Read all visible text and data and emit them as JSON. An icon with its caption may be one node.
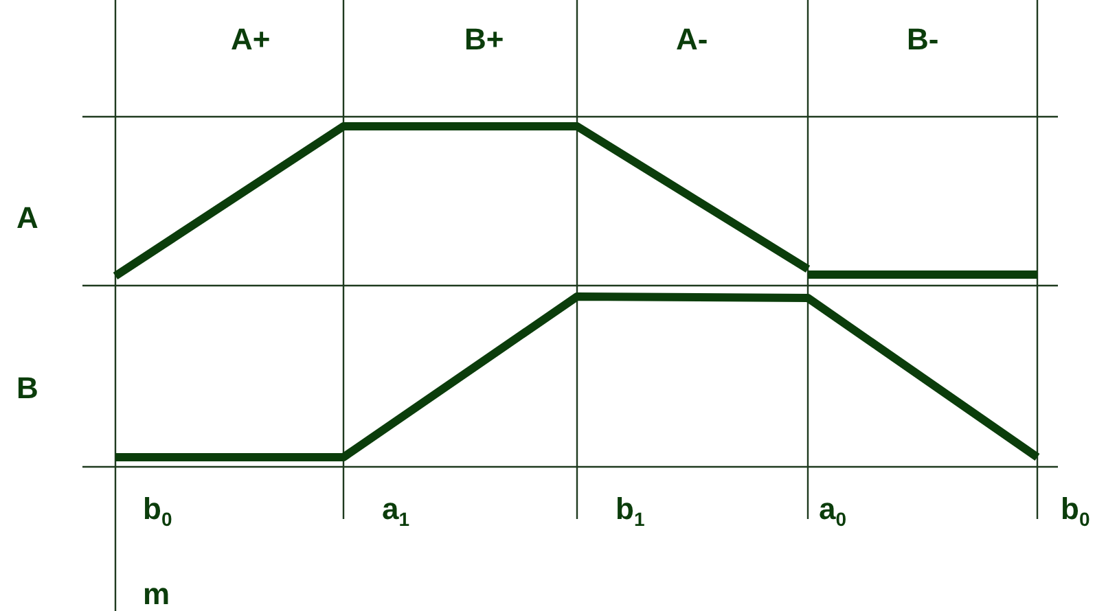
{
  "diagram": {
    "labels": [
      "A+",
      "B+",
      "A-",
      "B-",
      "A",
      "B",
      "b$_{0}$",
      "a$_{1}$",
      "b$_{1}$",
      "a$_{0}$",
      "b$_{0}$",
      "m"
    ]
  }
}
